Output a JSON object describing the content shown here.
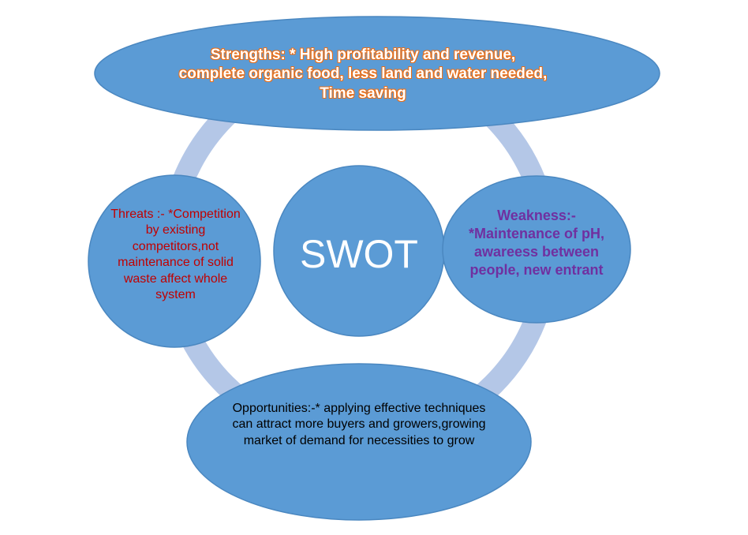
{
  "colors": {
    "node_fill": "#5b9bd5",
    "node_stroke": "#4a87c0",
    "ring": "#b4c7e7",
    "strengths_text": "#ffffff",
    "strengths_outline": "#e8701c",
    "threats_text": "#c00000",
    "weakness_text": "#7030a0",
    "opportunities_text": "#000000",
    "center_text": "#ffffff"
  },
  "center": {
    "label": "SWOT"
  },
  "strengths": {
    "text": "Strengths: * High profitability and revenue, complete organic food, less land and water needed, Time saving"
  },
  "threats": {
    "text": "Threats :- *Competition by existing competitors,not maintenance of solid waste affect whole system"
  },
  "weakness": {
    "text": "Weakness:- *Maintenance of pH, awareess between people, new entrant"
  },
  "opportunities": {
    "text": "Opportunities:-* applying effective techniques can attract more buyers and growers,growing market of demand for necessities to grow"
  }
}
